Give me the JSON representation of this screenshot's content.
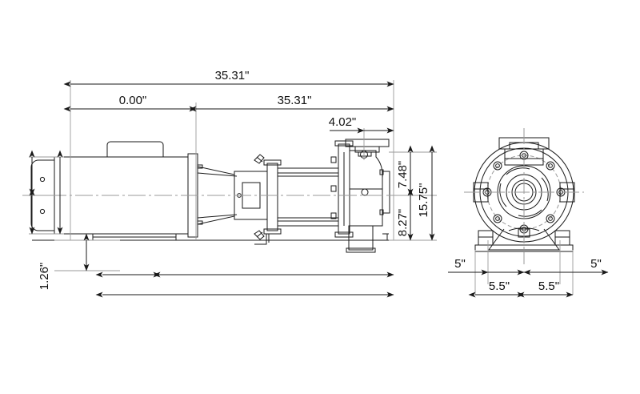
{
  "drawing": {
    "type": "engineering-dimension-drawing",
    "subject": "close-coupled centrifugal pump with motor",
    "units": "inches",
    "views": [
      {
        "name": "side-elevation-view",
        "position": "left"
      },
      {
        "name": "front-elevation-view",
        "position": "right"
      }
    ]
  },
  "dimensions": {
    "overall_length": "35.31\"",
    "datum_zero": "0.00\"",
    "length_from_datum": "35.31\"",
    "discharge_offset": "4.02\"",
    "base_to_shaft_centerline": "7.48\"",
    "base_to_discharge": "8.27\"",
    "overall_height": "15.75\"",
    "base_height": "1.26\"",
    "foot_left_outer": "5\"",
    "foot_right_outer": "5\"",
    "foot_left_half": "5.5\"",
    "foot_right_half": "5.5\""
  },
  "labels": {
    "top_overall": "35.31\"",
    "top_datum": "0.00\"",
    "top_span": "35.31\"",
    "top_discharge": "4.02\"",
    "right_748": "7.48\"",
    "right_827": "8.27\"",
    "right_1575": "15.75\"",
    "left_126": "1.26\"",
    "front_left_5": "5\"",
    "front_right_5": "5\"",
    "front_left_55": "5.5\"",
    "front_right_55": "5.5\""
  },
  "colors": {
    "line": "#1a1a1a",
    "dimension_line": "#8a8a8a",
    "text": "#111111",
    "center_line": "#9a9a9a",
    "background": "#ffffff"
  }
}
